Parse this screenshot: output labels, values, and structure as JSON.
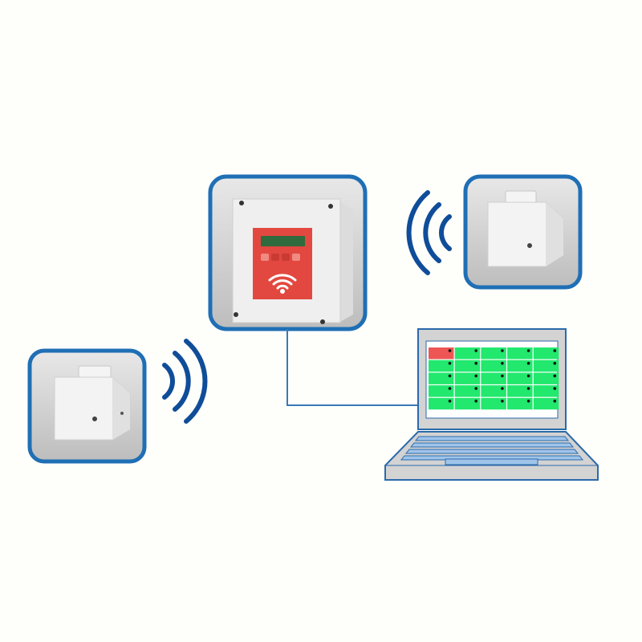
{
  "colors": {
    "frame_border": "#1f6fb5",
    "wave": "#0f4d99",
    "link_line": "#3a78b8",
    "panel_bg": "#d9d9d9",
    "device_body": "#ececec",
    "controller_face": "#e2483f",
    "lcd": "#2f6b3c",
    "status_ok": "#22e86e",
    "status_alarm": "#ee5555",
    "laptop_fill": "#d3d3d3",
    "laptop_line": "#2b6aaa"
  },
  "monitor_grid": {
    "rows": 5,
    "cols": 5,
    "cells": [
      "alarm",
      "ok",
      "ok",
      "ok",
      "ok",
      "ok",
      "ok",
      "ok",
      "ok",
      "ok",
      "ok",
      "ok",
      "ok",
      "ok",
      "ok",
      "ok",
      "ok",
      "ok",
      "ok",
      "ok",
      "ok",
      "ok",
      "ok",
      "ok",
      "ok"
    ]
  }
}
